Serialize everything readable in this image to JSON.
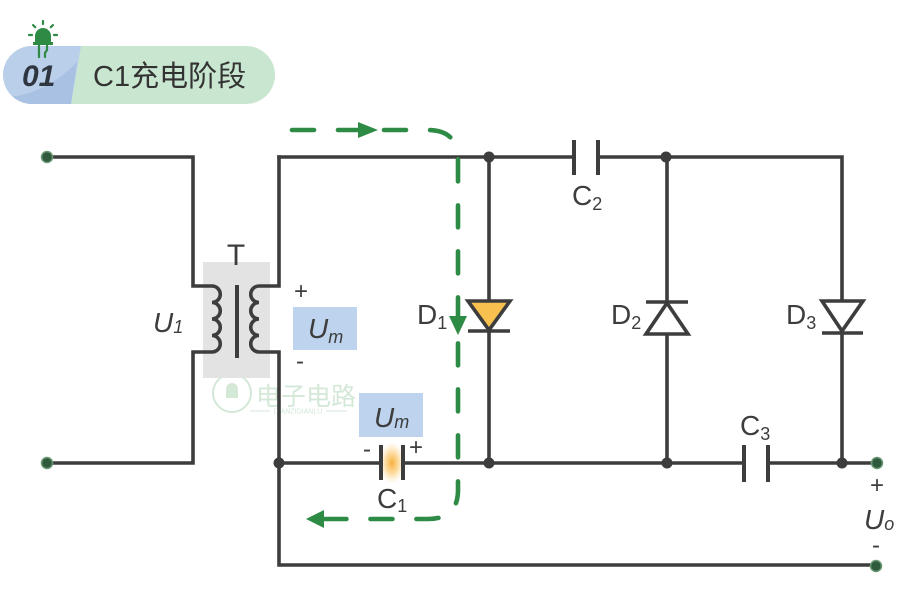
{
  "header": {
    "number": "01",
    "title": "C1充电阶段",
    "icon": "led-icon"
  },
  "colors": {
    "accent_green": "#2e8b45",
    "badge_blue": "#b9cfea",
    "badge_blue_shade": "#a9c1e3",
    "badge_green": "#c9e6d0",
    "voltage_label_bg": "#bed4ee",
    "active_diode_fill": "#f8c04f",
    "charge_glow": "#f7b03a",
    "wire": "#3d3d3d",
    "terminal": "#2f5b3c",
    "transformer_bg": "#e3e3e3",
    "text": "#3d3d3d"
  },
  "circuit": {
    "transformer": {
      "label": "T"
    },
    "input_voltage": {
      "symbol": "U",
      "sub": "1"
    },
    "secondary_voltage": {
      "symbol": "U",
      "sub": "m",
      "plus": "+",
      "minus": "-"
    },
    "diodes": [
      {
        "symbol": "D",
        "sub": "1",
        "orientation": "down",
        "state": "conducting"
      },
      {
        "symbol": "D",
        "sub": "2",
        "orientation": "up",
        "state": "off"
      },
      {
        "symbol": "D",
        "sub": "3",
        "orientation": "down",
        "state": "off"
      }
    ],
    "capacitors": [
      {
        "symbol": "C",
        "sub": "1",
        "state": "charging",
        "voltage": {
          "symbol": "U",
          "sub": "m"
        },
        "plus": "+",
        "minus": "-"
      },
      {
        "symbol": "C",
        "sub": "2"
      },
      {
        "symbol": "C",
        "sub": "3"
      }
    ],
    "output_voltage": {
      "symbol": "U",
      "sub": "o",
      "plus": "+",
      "minus": "-"
    },
    "current_path": {
      "arrows": [
        "right",
        "down",
        "left"
      ]
    }
  },
  "watermark": {
    "text": "电子电路",
    "subtext": "DIANZIDIANLU"
  }
}
